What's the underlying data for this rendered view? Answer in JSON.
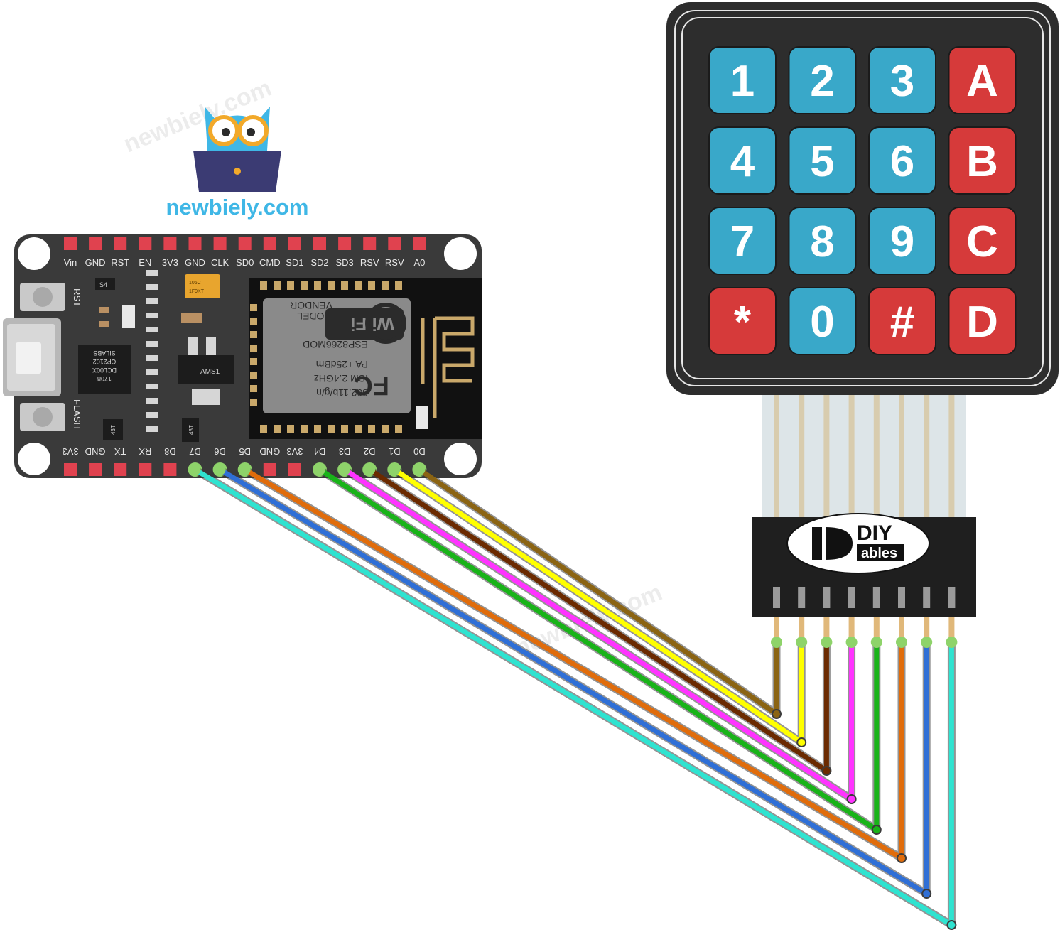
{
  "logo": {
    "site": "newbiely.com",
    "icon": "owl-laptop-icon",
    "colors": {
      "owl": "#3fb7e6",
      "laptop": "#3b3b73",
      "glasses": "#f2a92a",
      "text": "#3fb7e6"
    }
  },
  "watermark": "newbiely.com",
  "board": {
    "top_pins": [
      "Vin",
      "GND",
      "RST",
      "EN",
      "3V3",
      "GND",
      "CLK",
      "SD0",
      "CMD",
      "SD1",
      "SD2",
      "SD3",
      "RSV",
      "RSV",
      "A0"
    ],
    "bottom_pins": [
      "3V3",
      "GND",
      "TX",
      "RX",
      "D8",
      "D7",
      "D6",
      "D5",
      "GND",
      "3V3",
      "D4",
      "D3",
      "D2",
      "D1",
      "D0"
    ],
    "buttons": {
      "reset": "RST",
      "flash": "FLASH"
    },
    "usb_chip": [
      "SILABS",
      "CP2102",
      "DCL00X",
      "1708"
    ],
    "module": {
      "lines": [
        "802.11b/g/n",
        "ISM 2.4GHz",
        "PA +25dBm",
        "ESP8266MOD",
        "MODEL",
        "VENDOR"
      ],
      "fc": "FC",
      "wifi_logo": "Wi Fi",
      "caps": [
        "106C",
        "1F9KT"
      ],
      "labels": [
        "AMS1",
        "S4",
        "43T"
      ]
    },
    "colors": {
      "pcb": "#3a3a3a",
      "pin_red": "#e0424f",
      "pin_connected": "#8ed36a",
      "module": "#111111",
      "shield": "#8a8a8a"
    }
  },
  "keypad": {
    "rows": [
      [
        "1",
        "2",
        "3",
        "A"
      ],
      [
        "4",
        "5",
        "6",
        "B"
      ],
      [
        "7",
        "8",
        "9",
        "C"
      ],
      [
        "*",
        "0",
        "#",
        "D"
      ]
    ],
    "colors": {
      "body": "#2d2d2d",
      "blue_key": "#39a8c9",
      "red_key": "#d63a3a",
      "ribbon": "#d9e2e6"
    }
  },
  "connector": {
    "brand_top": "DIY",
    "brand_bottom": "ables",
    "pin_count": 8
  },
  "wires": [
    {
      "from": "D0",
      "pin": 1,
      "color": "#8b6413"
    },
    {
      "from": "D1",
      "pin": 2,
      "color": "#ffff00"
    },
    {
      "from": "D2",
      "pin": 3,
      "color": "#6b2a00"
    },
    {
      "from": "D3",
      "pin": 4,
      "color": "#ff33ff"
    },
    {
      "from": "D4",
      "pin": 5,
      "color": "#19b319"
    },
    {
      "from": "D5",
      "pin": 6,
      "color": "#e06c0b"
    },
    {
      "from": "D6",
      "pin": 7,
      "color": "#2f6fd6"
    },
    {
      "from": "D7",
      "pin": 8,
      "color": "#2fe3d0"
    }
  ]
}
